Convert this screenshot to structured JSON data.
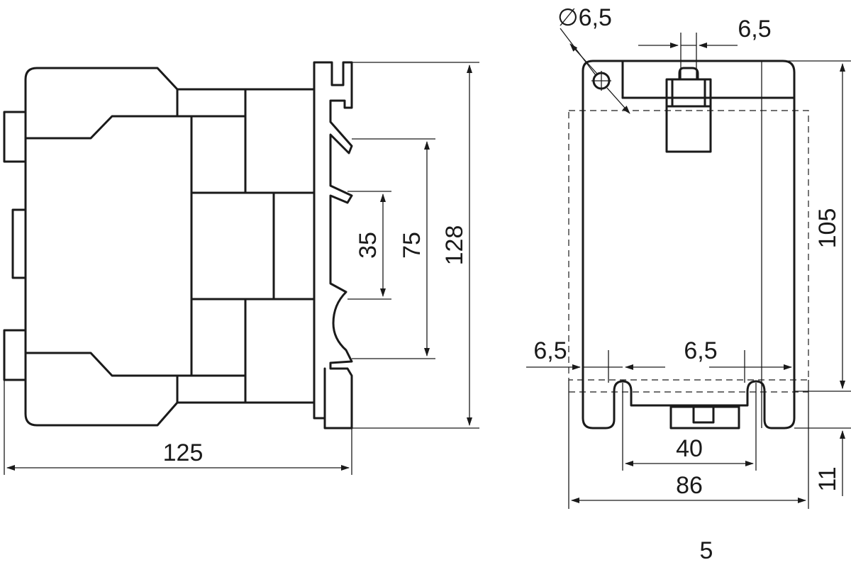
{
  "side_view": {
    "dim_width": "125",
    "dim_height": "128",
    "dim_rail_75": "75",
    "dim_rail_35": "35"
  },
  "front_view": {
    "dim_hole": "∅6,5",
    "dim_top_slot": "6,5",
    "dim_left_slot": "6,5",
    "dim_center_slot": "6,5",
    "dim_height": "105",
    "dim_foot_spacing": "40",
    "dim_width": "86",
    "dim_bottom": "11"
  },
  "caption": "5"
}
